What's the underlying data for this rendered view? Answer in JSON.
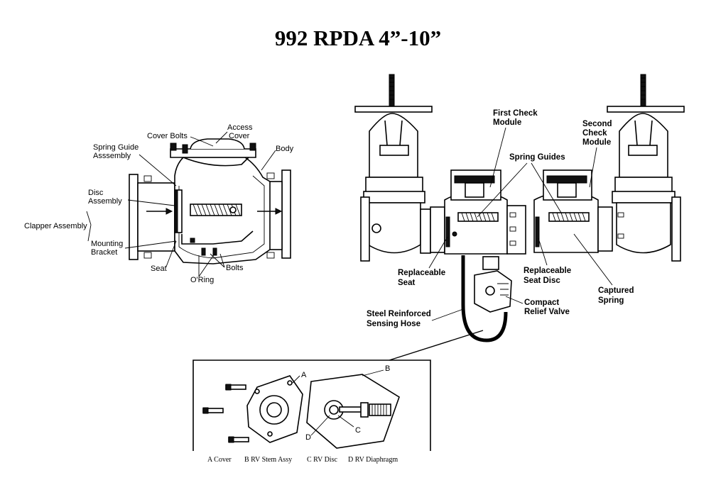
{
  "title": "992 RPDA 4”-10”",
  "left_section": {
    "labels": {
      "access_cover": [
        "Access",
        "Cover"
      ],
      "cover_bolts": "Cover Bolts",
      "body": "Body",
      "spring_guide_assembly": [
        "Spring Guide",
        "Asssembly"
      ],
      "disc_assembly": [
        "Disc",
        "Assembly"
      ],
      "clapper_assembly": "Clapper Assembly",
      "mounting_bracket": [
        "Mounting",
        "Bracket"
      ],
      "seat": "Seat",
      "bolts": "Bolts",
      "o_ring": "O'Ring"
    }
  },
  "right_section": {
    "labels": {
      "first_check_module": [
        "First Check",
        "Module"
      ],
      "second_check_module": [
        "Second",
        "Check",
        "Module"
      ],
      "spring_guides": "Spring Guides",
      "replaceable_seat": [
        "Replaceable",
        "Seat"
      ],
      "replaceable_seat_disc": [
        "Replaceable",
        "Seat Disc"
      ],
      "captured_spring": [
        "Captured",
        "Spring"
      ],
      "compact_relief_valve": [
        "Compact",
        "Relief Valve"
      ],
      "sensing_hose": [
        "Steel Reinforced",
        "Sensing Hose"
      ]
    }
  },
  "detail_section": {
    "part_letters": [
      "A",
      "B",
      "C",
      "D"
    ],
    "caption": [
      "A Cover",
      "B RV Stem Assy",
      "C RV Disc",
      "D  RV Diaphragm"
    ]
  }
}
